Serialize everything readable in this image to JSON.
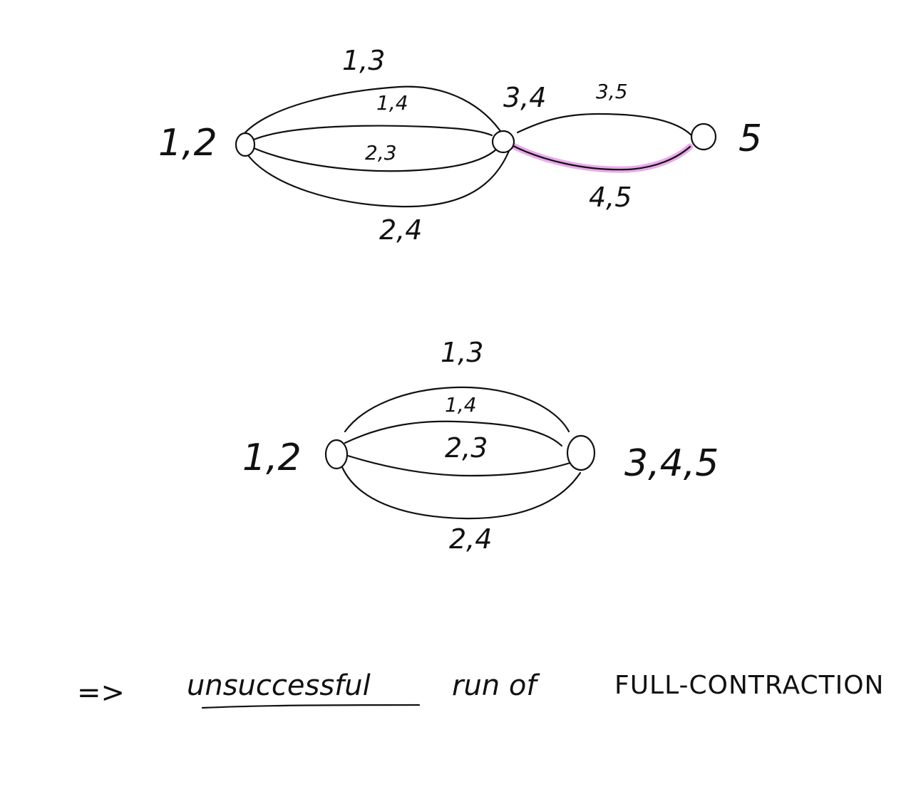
{
  "colors": {
    "ink": "#111111",
    "highlight": "#e58ce6",
    "background": "#ffffff"
  },
  "graph_before": {
    "nodes": [
      {
        "id": "n12",
        "label": "1,2"
      },
      {
        "id": "n34",
        "label": "3,4"
      },
      {
        "id": "n5",
        "label": "5"
      }
    ],
    "edges": [
      {
        "id": "e13",
        "label": "1,3",
        "from": "n12",
        "to": "n34"
      },
      {
        "id": "e14",
        "label": "1,4",
        "from": "n12",
        "to": "n34"
      },
      {
        "id": "e23",
        "label": "2,3",
        "from": "n12",
        "to": "n34"
      },
      {
        "id": "e24",
        "label": "2,4",
        "from": "n12",
        "to": "n34"
      },
      {
        "id": "e35",
        "label": "3,5",
        "from": "n34",
        "to": "n5"
      },
      {
        "id": "e45",
        "label": "4,5",
        "from": "n34",
        "to": "n5",
        "highlighted": true
      }
    ]
  },
  "graph_after": {
    "nodes": [
      {
        "id": "m12",
        "label": "1,2"
      },
      {
        "id": "m345",
        "label": "3,4,5"
      }
    ],
    "edges": [
      {
        "id": "f13",
        "label": "1,3",
        "from": "m12",
        "to": "m345"
      },
      {
        "id": "f14",
        "label": "1,4",
        "from": "m12",
        "to": "m345"
      },
      {
        "id": "f23",
        "label": "2,3",
        "from": "m12",
        "to": "m345"
      },
      {
        "id": "f24",
        "label": "2,4",
        "from": "m12",
        "to": "m345"
      }
    ]
  },
  "conclusion": {
    "arrow": "=>",
    "emphasis": "unsuccessful",
    "middle": "run of",
    "algorithm": "FULL-CONTRACTION"
  }
}
